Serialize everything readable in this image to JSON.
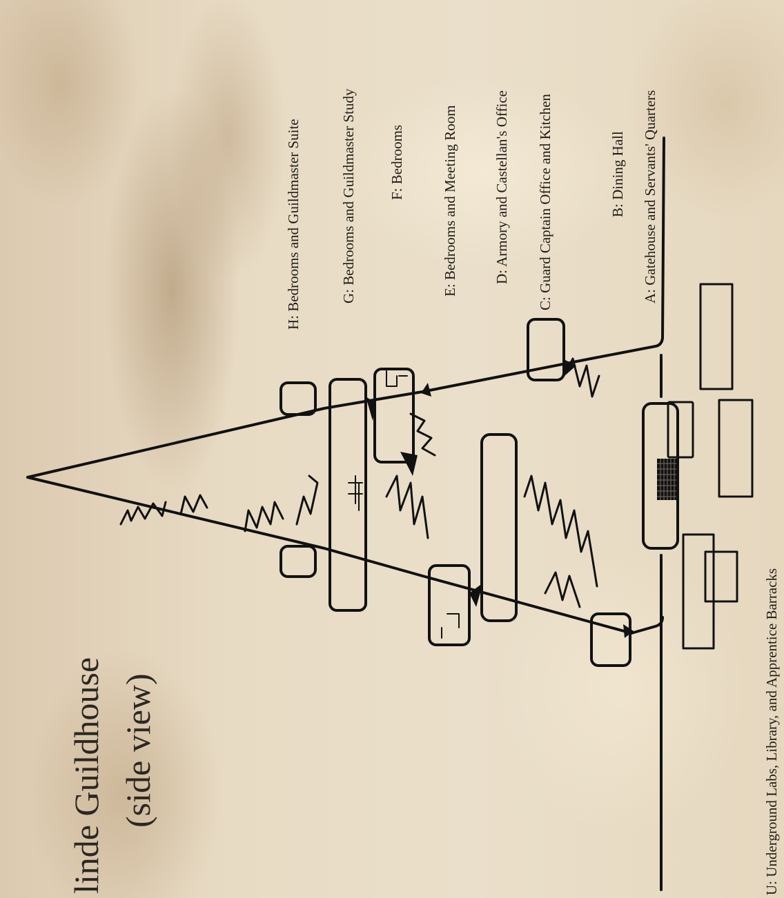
{
  "map": {
    "title_line1": "linde Guildhouse",
    "title_line2": "(side view)",
    "legend": [
      {
        "key": "H",
        "label": "H: Bedrooms and Guildmaster Suite"
      },
      {
        "key": "G",
        "label": "G: Bedrooms and Guildmaster Study"
      },
      {
        "key": "F",
        "label": "F: Bedrooms"
      },
      {
        "key": "E",
        "label": "E: Bedrooms and Meeting Room"
      },
      {
        "key": "D",
        "label": "D: Armory and Castellan's Office"
      },
      {
        "key": "C",
        "label": "C: Guard Captain Office and Kitchen"
      },
      {
        "key": "B",
        "label": "B: Dining Hall"
      },
      {
        "key": "A",
        "label": "A: Gatehouse and Servants' Quarters"
      },
      {
        "key": "U",
        "label": "U: Underground Labs, Library, and Apprentice Barracks"
      }
    ],
    "colors": {
      "ink": "#111111",
      "parchment": "#e7d9c0",
      "text": "#1e1a16"
    }
  }
}
